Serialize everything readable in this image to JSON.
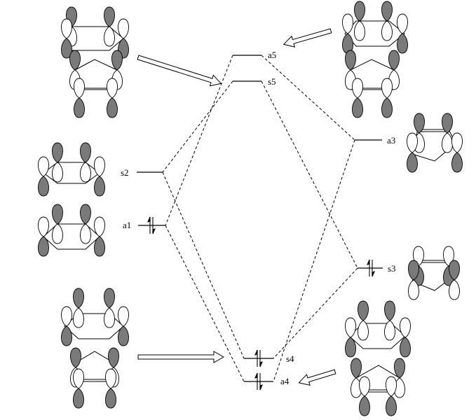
{
  "diagram": {
    "labels": {
      "a5": "a5",
      "s5": "s5",
      "a3": "a3",
      "s2": "s2",
      "a1": "a1",
      "s3": "s3",
      "s4": "s4",
      "a4": "a4"
    },
    "occupied_levels": [
      "a1",
      "s3",
      "s4",
      "a4"
    ]
  }
}
